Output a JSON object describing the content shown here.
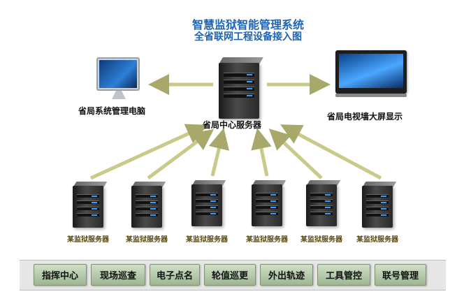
{
  "title": "智慧监狱智能管理系统",
  "subtitle": "全省联网工程设备接入图",
  "nodes": {
    "management_pc": "省局系统管理电脑",
    "center_server": "省局中心服务器",
    "video_wall": "省局电视墙大屏显示"
  },
  "prison_servers": [
    "某监狱服务器",
    "某监狱服务器",
    "某监狱服务器",
    "某监狱服务器",
    "某监狱服务器",
    "某监狱服务器"
  ],
  "function_buttons": [
    "指挥中心",
    "现场巡查",
    "电子点名",
    "轮值巡更",
    "外出轨迹",
    "工具管控",
    "联号管理"
  ],
  "colors": {
    "title": "#1f64b4",
    "arrow": "#b9b97a",
    "button_fill": "#b8cbab"
  }
}
